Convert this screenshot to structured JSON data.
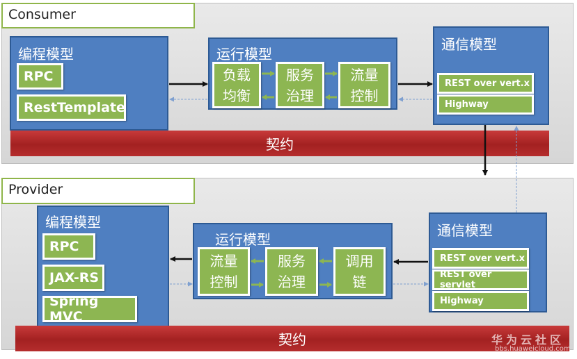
{
  "consumer": {
    "title": "Consumer",
    "programming_model": {
      "title": "编程模型",
      "items": [
        "RPC",
        "RestTemplate"
      ]
    },
    "runtime_model": {
      "title": "运行模型",
      "steps": [
        "负载\n均衡",
        "服务\n治理",
        "流量\n控制"
      ]
    },
    "comm_model": {
      "title": "通信模型",
      "items": [
        "REST over vert.x",
        "Highway"
      ]
    },
    "contract": "契约"
  },
  "provider": {
    "title": "Provider",
    "programming_model": {
      "title": "编程模型",
      "items": [
        "RPC",
        "JAX-RS",
        "Spring MVC"
      ]
    },
    "runtime_model": {
      "title": "运行模型",
      "steps": [
        "流量\n控制",
        "服务\n治理",
        "调用\n链"
      ]
    },
    "comm_model": {
      "title": "通信模型",
      "items": [
        "REST over vert.x",
        "REST over servlet",
        "Highway"
      ]
    },
    "contract": "契约"
  },
  "watermark": {
    "brand": "华为云社区",
    "url": "bbs.huaweicloud.com"
  },
  "colors": {
    "panel": "#e0e0e0",
    "blue_box": "#4f7fc1",
    "green_item": "#8db652",
    "contract_bar": "#b52d2d",
    "title_border": "#8fb54a"
  }
}
